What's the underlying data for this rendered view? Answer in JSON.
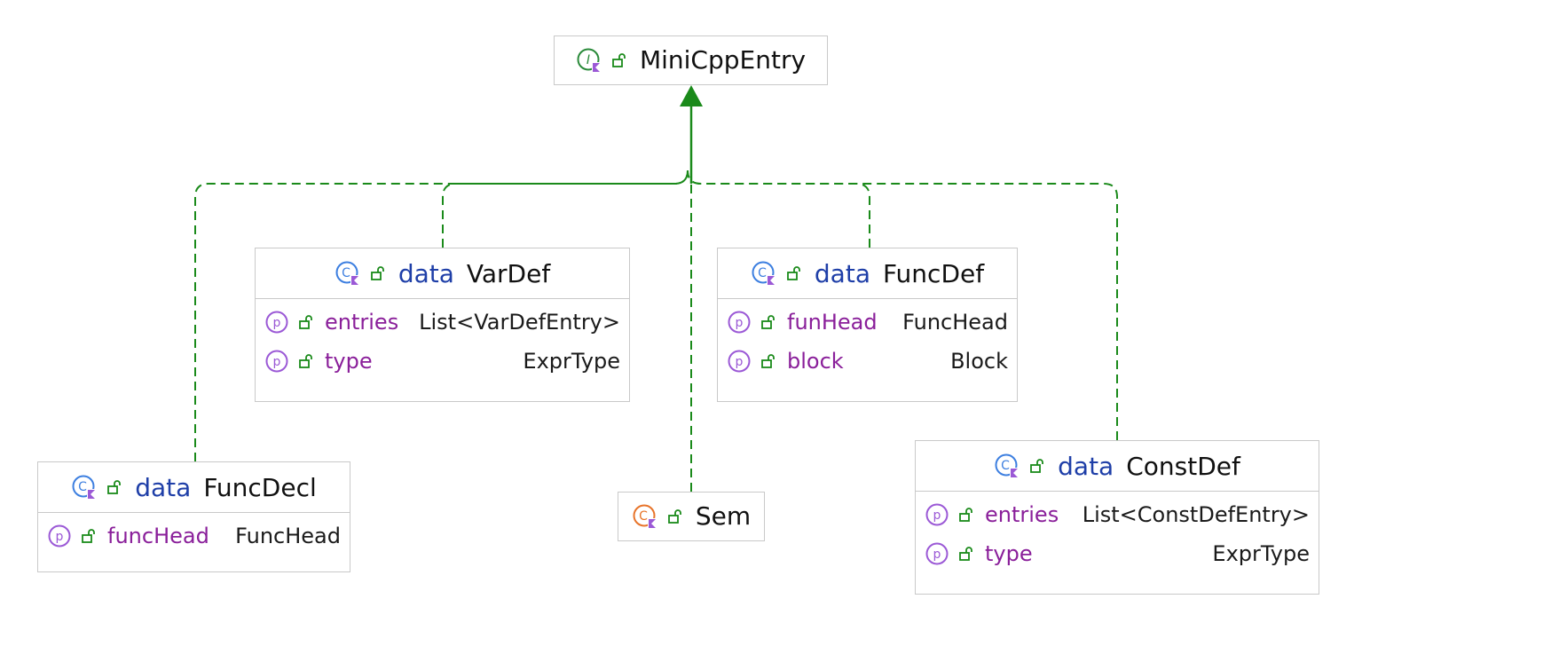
{
  "diagram": {
    "root": {
      "name": "MiniCppEntry",
      "icon": "kotlin-interface-icon",
      "visibility": "public-lock-icon"
    },
    "nodes": [
      {
        "id": "VarDef",
        "keyword": "data",
        "name": "VarDef",
        "icon": "kotlin-class-icon",
        "props": [
          {
            "name": "entries",
            "type": "List<VarDefEntry>"
          },
          {
            "name": "type",
            "type": "ExprType"
          }
        ]
      },
      {
        "id": "FuncDef",
        "keyword": "data",
        "name": "FuncDef",
        "icon": "kotlin-class-icon",
        "props": [
          {
            "name": "funHead",
            "type": "FuncHead"
          },
          {
            "name": "block",
            "type": "Block"
          }
        ]
      },
      {
        "id": "FuncDecl",
        "keyword": "data",
        "name": "FuncDecl",
        "icon": "kotlin-class-icon",
        "props": [
          {
            "name": "funcHead",
            "type": "FuncHead"
          }
        ]
      },
      {
        "id": "Sem",
        "keyword": "",
        "name": "Sem",
        "icon": "kotlin-object-icon",
        "props": []
      },
      {
        "id": "ConstDef",
        "keyword": "data",
        "name": "ConstDef",
        "icon": "kotlin-class-icon",
        "props": [
          {
            "name": "entries",
            "type": "List<ConstDefEntry>"
          },
          {
            "name": "type",
            "type": "ExprType"
          }
        ]
      }
    ],
    "edge_style": "dashed-implements",
    "colors": {
      "edge": "#1a8a1a",
      "keyword": "#1f3fa8",
      "property": "#8a1f9a",
      "prop_icon": "#9b59d6",
      "class_icon": "#3d7fe0",
      "object_icon": "#e8742a",
      "lock": "#1a8a1a",
      "border": "#c9c9c9"
    }
  }
}
